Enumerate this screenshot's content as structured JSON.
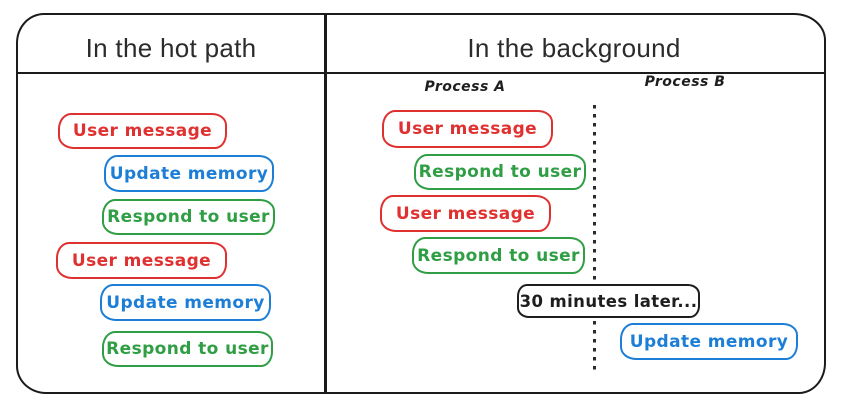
{
  "colors": {
    "red": "#e03131",
    "blue": "#1c7ed6",
    "green": "#2f9e44",
    "black": "#1e1e1e"
  },
  "left_panel": {
    "title": "In the hot path",
    "boxes": [
      {
        "label": "User message",
        "color": "#e03131"
      },
      {
        "label": "Update memory",
        "color": "#1c7ed6"
      },
      {
        "label": "Respond to user",
        "color": "#2f9e44"
      },
      {
        "label": "User message",
        "color": "#e03131"
      },
      {
        "label": "Update memory",
        "color": "#1c7ed6"
      },
      {
        "label": "Respond to user",
        "color": "#2f9e44"
      }
    ]
  },
  "right_panel": {
    "title": "In the background",
    "process_a_label": "Process A",
    "process_b_label": "Process B",
    "process_a_boxes": [
      {
        "label": "User message",
        "color": "#e03131"
      },
      {
        "label": "Respond to user",
        "color": "#2f9e44"
      },
      {
        "label": "User message",
        "color": "#e03131"
      },
      {
        "label": "Respond to user",
        "color": "#2f9e44"
      }
    ],
    "divider_note": {
      "label": "30 minutes later...",
      "color": "#1e1e1e"
    },
    "process_b_boxes": [
      {
        "label": "Update memory",
        "color": "#1c7ed6"
      }
    ]
  }
}
